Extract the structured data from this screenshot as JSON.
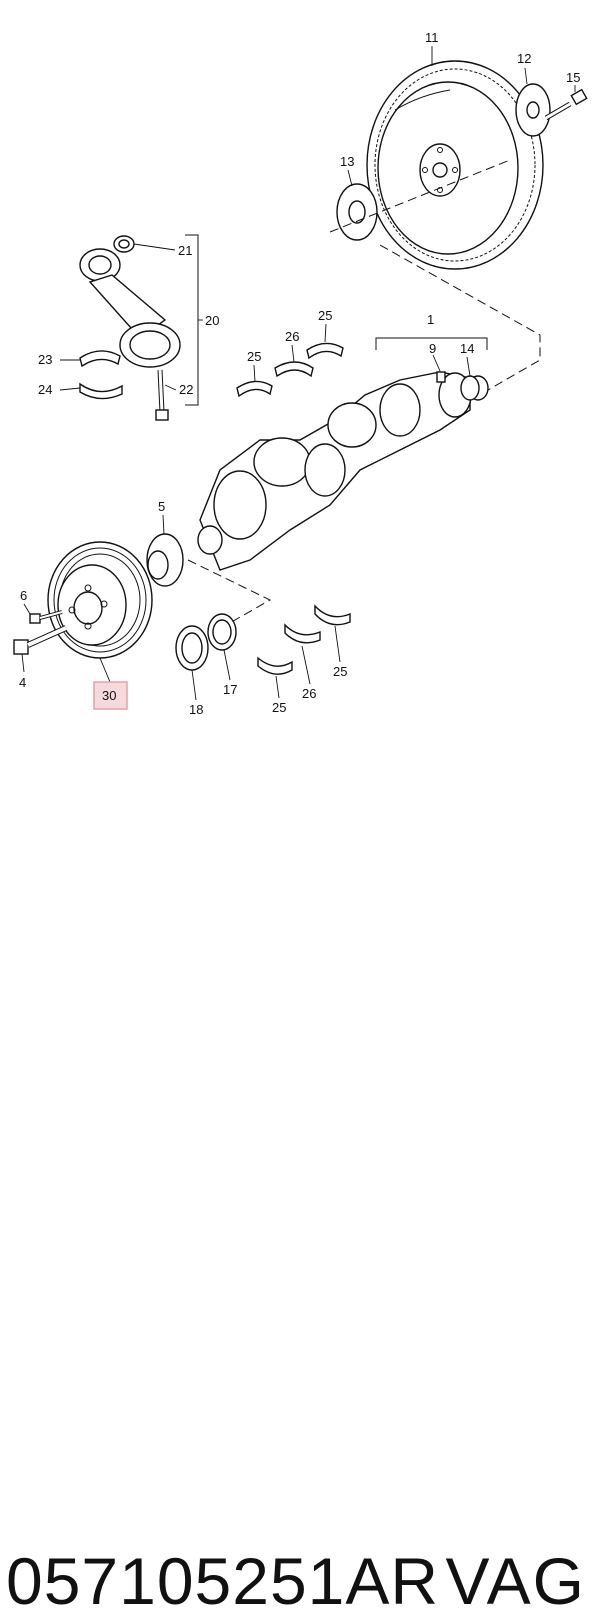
{
  "callouts": {
    "c1": "1",
    "c4": "4",
    "c5": "5",
    "c6": "6",
    "c9": "9",
    "c11": "11",
    "c12": "12",
    "c13": "13",
    "c14": "14",
    "c15": "15",
    "c17": "17",
    "c18": "18",
    "c20": "20",
    "c21": "21",
    "c22": "22",
    "c23": "23",
    "c24": "24",
    "c25a": "25",
    "c25b": "25",
    "c25c": "25",
    "c25d": "25",
    "c26a": "26",
    "c26b": "26",
    "c30": "30"
  },
  "highlight_color": "#e8a0a8",
  "footer": {
    "part_number": "057105251AR",
    "brand": "VAG"
  }
}
